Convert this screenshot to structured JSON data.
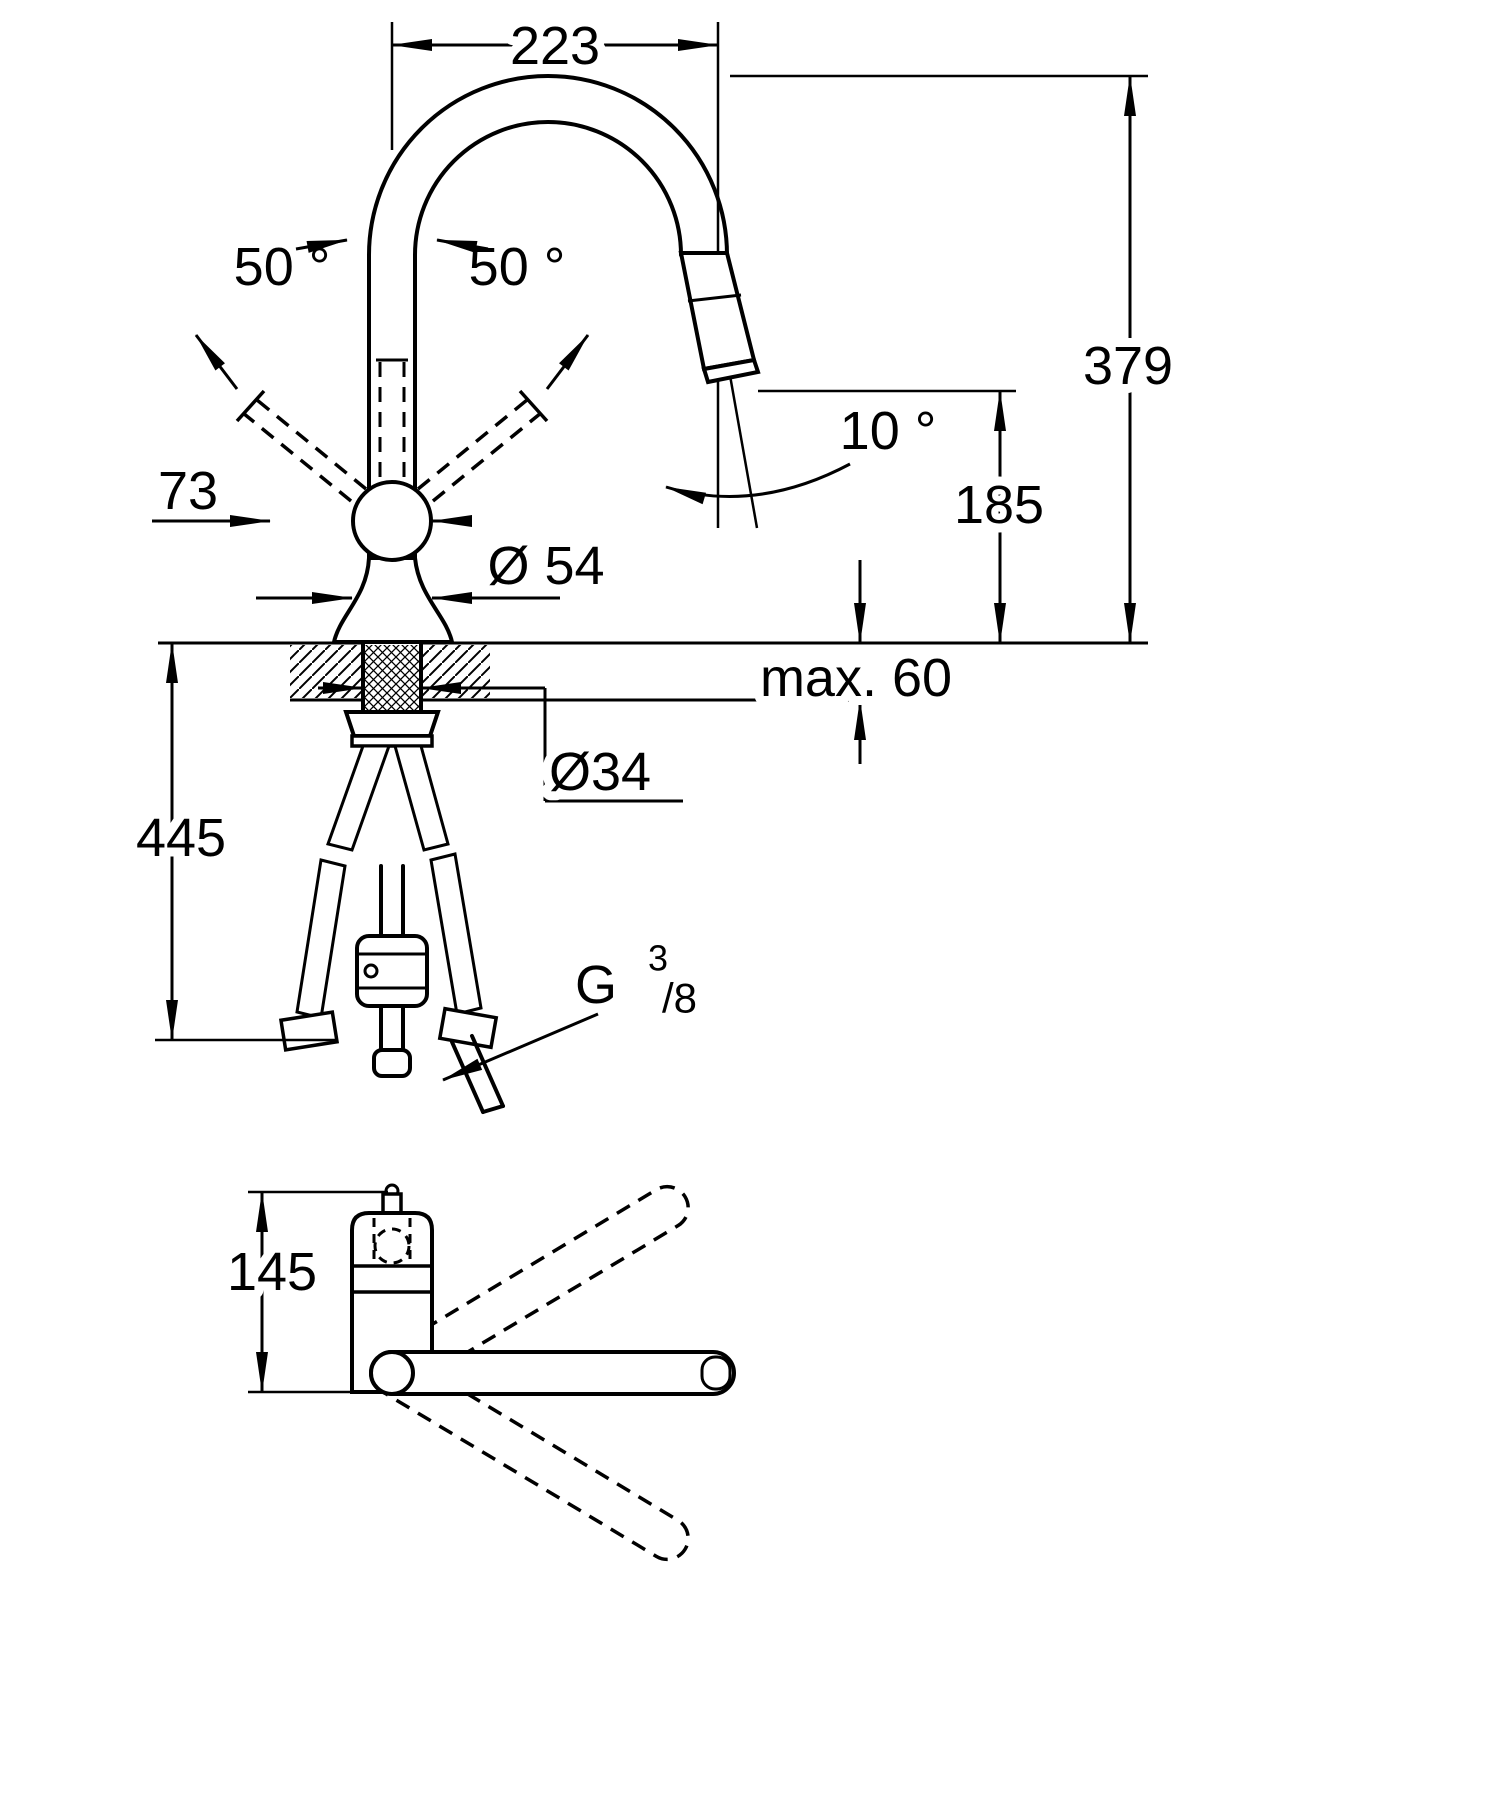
{
  "page": {
    "background": "#ffffff",
    "line_color": "#000000"
  },
  "diagram": {
    "front_view": {
      "spout_reach": "223",
      "total_height": "379",
      "lever_angle_left": "50 °",
      "lever_angle_right": "50 °",
      "head_angle": "10 °",
      "spout_height": "185",
      "lever_reach": "73",
      "base_diameter": "Ø 54",
      "deck_thickness": "max. 60",
      "hole_diameter": "Ø34",
      "hose_length": "445",
      "thread": {
        "prefix": "G",
        "numerator": "3",
        "denominator": "/8"
      }
    },
    "top_view": {
      "body_height": "145"
    }
  }
}
